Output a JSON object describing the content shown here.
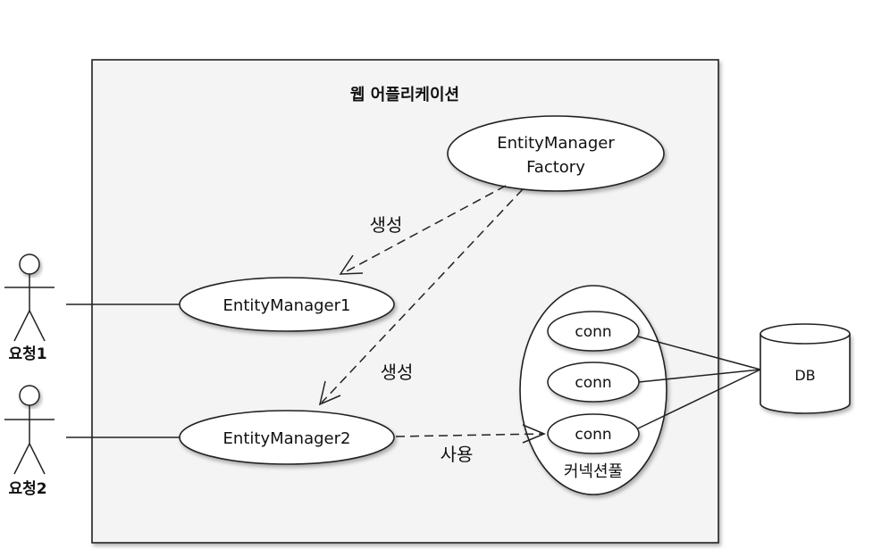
{
  "app_box": {
    "title": "웹 어플리케이션"
  },
  "factory": {
    "line1": "EntityManager",
    "line2": "Factory"
  },
  "em1": {
    "label": "EntityManager1"
  },
  "em2": {
    "label": "EntityManager2"
  },
  "arrows": {
    "create1": "생성",
    "create2": "생성",
    "use": "사용"
  },
  "pool": {
    "label": "커넥션풀",
    "conns": [
      "conn",
      "conn",
      "conn"
    ]
  },
  "db": {
    "label": "DB"
  },
  "actors": {
    "request1": "요청1",
    "request2": "요청2"
  }
}
